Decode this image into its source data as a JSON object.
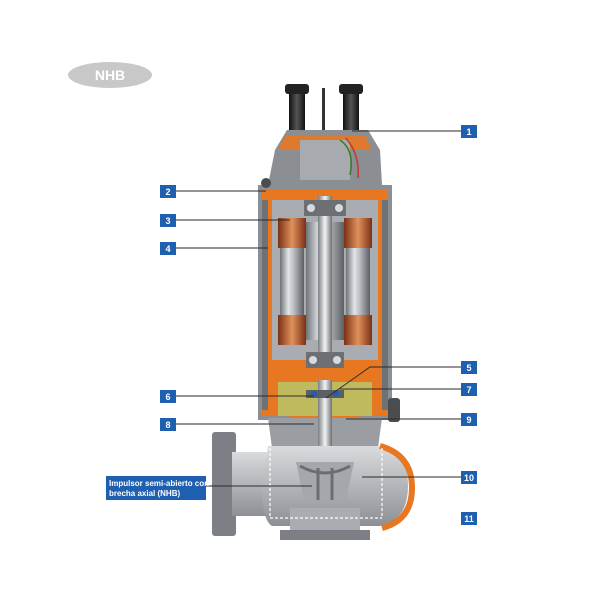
{
  "badge": {
    "label": "NHB"
  },
  "caption": {
    "lines": [
      "Impulsor semi-abierto con",
      "brecha axial (NHB)"
    ]
  },
  "callouts": [
    "1",
    "2",
    "3",
    "4",
    "5",
    "6",
    "7",
    "8",
    "9",
    "10",
    "11"
  ],
  "colors": {
    "callout_box": "#1f5fb0",
    "leader_line": "#2a2a2a",
    "casing_orange": "#e87722",
    "casing_grey": "#8b8e92",
    "steel_light": "#c9ccd0",
    "copper": "#b5562b",
    "oil_green": "#b8c66a",
    "badge_bg": "#c8c8c8"
  }
}
